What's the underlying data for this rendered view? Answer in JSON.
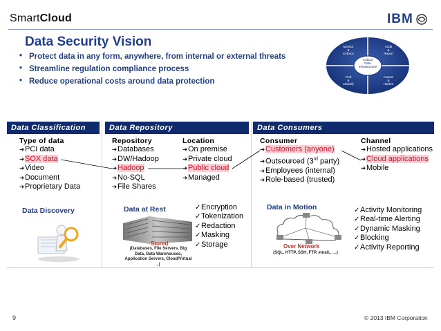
{
  "header": {
    "brand_light": "Smart",
    "brand_bold": "Cloud",
    "ibm_logo": "IBM"
  },
  "title": "Data Security Vision",
  "bullets": [
    "Protect data in any form, anywhere, from internal or external threats",
    "Streamline regulation compliance process",
    "Reduce operational costs around data protection"
  ],
  "wheel": {
    "center": "Critical Data Infrastructure",
    "segments": [
      "Monitor & Enforce",
      "Audit & Report",
      "Find & Classify",
      "Assess & Harden"
    ]
  },
  "sections": {
    "classification": {
      "band": "Data Classification",
      "heading": "Type of data",
      "items": [
        "PCI data",
        "SOX data",
        "Video",
        "Document",
        "Proprietary Data"
      ],
      "highlight_index": 1,
      "footer_label": "Data Discovery"
    },
    "repository": {
      "band": "Data Repository",
      "repo_heading": "Repository",
      "repo_items": [
        "Databases",
        "DW/Hadoop",
        "Hadoop",
        "No-SQL",
        "File Shares"
      ],
      "repo_highlight_index": 2,
      "loc_heading": "Location",
      "loc_items": [
        "On premise",
        "Private cloud",
        "Public cloud",
        "Managed"
      ],
      "loc_highlight_index": 2,
      "rest_label": "Data at Rest",
      "stored_label": "Stored",
      "stored_detail": "(Databases, File Servers, Big Data, Data Warehouses, Application Servers, Cloud/Virtual ..)",
      "controls": [
        "Encryption",
        "Tokenization",
        "Redaction",
        "Masking",
        "Storage"
      ]
    },
    "consumers": {
      "band": "Data Consumers",
      "consumer_heading": "Consumer",
      "consumer_items": [
        {
          "text": "Customers  (anyone)",
          "sup": ""
        },
        {
          "text": "Outsourced (3",
          "sup": "rd",
          "after": " party)"
        },
        {
          "text": "Employees  (internal)",
          "sup": ""
        },
        {
          "text": "Role-based (trusted)",
          "sup": ""
        }
      ],
      "consumer_highlight_index": 0,
      "channel_heading": "Channel",
      "channel_items": [
        "Hosted applications",
        "Cloud applications",
        "Mobile"
      ],
      "channel_highlight_index": 1,
      "motion_label": "Data in Motion",
      "network_label": "Over Network",
      "network_detail": "(SQL, HTTP,  SSH, FTP, email,. …)",
      "controls": [
        "Activity Monitoring",
        "Real-time Alerting",
        "Dynamic Masking",
        "Blocking",
        "Activity Reporting"
      ]
    }
  },
  "footer": {
    "page": "9",
    "copyright": "© 2013 IBM Corporation"
  },
  "colors": {
    "ibm_blue": "#1f3f8c",
    "band_navy": "#0f2a6d",
    "highlight_red": "#d4102a",
    "highlight_bg": "#f9cfd4"
  }
}
